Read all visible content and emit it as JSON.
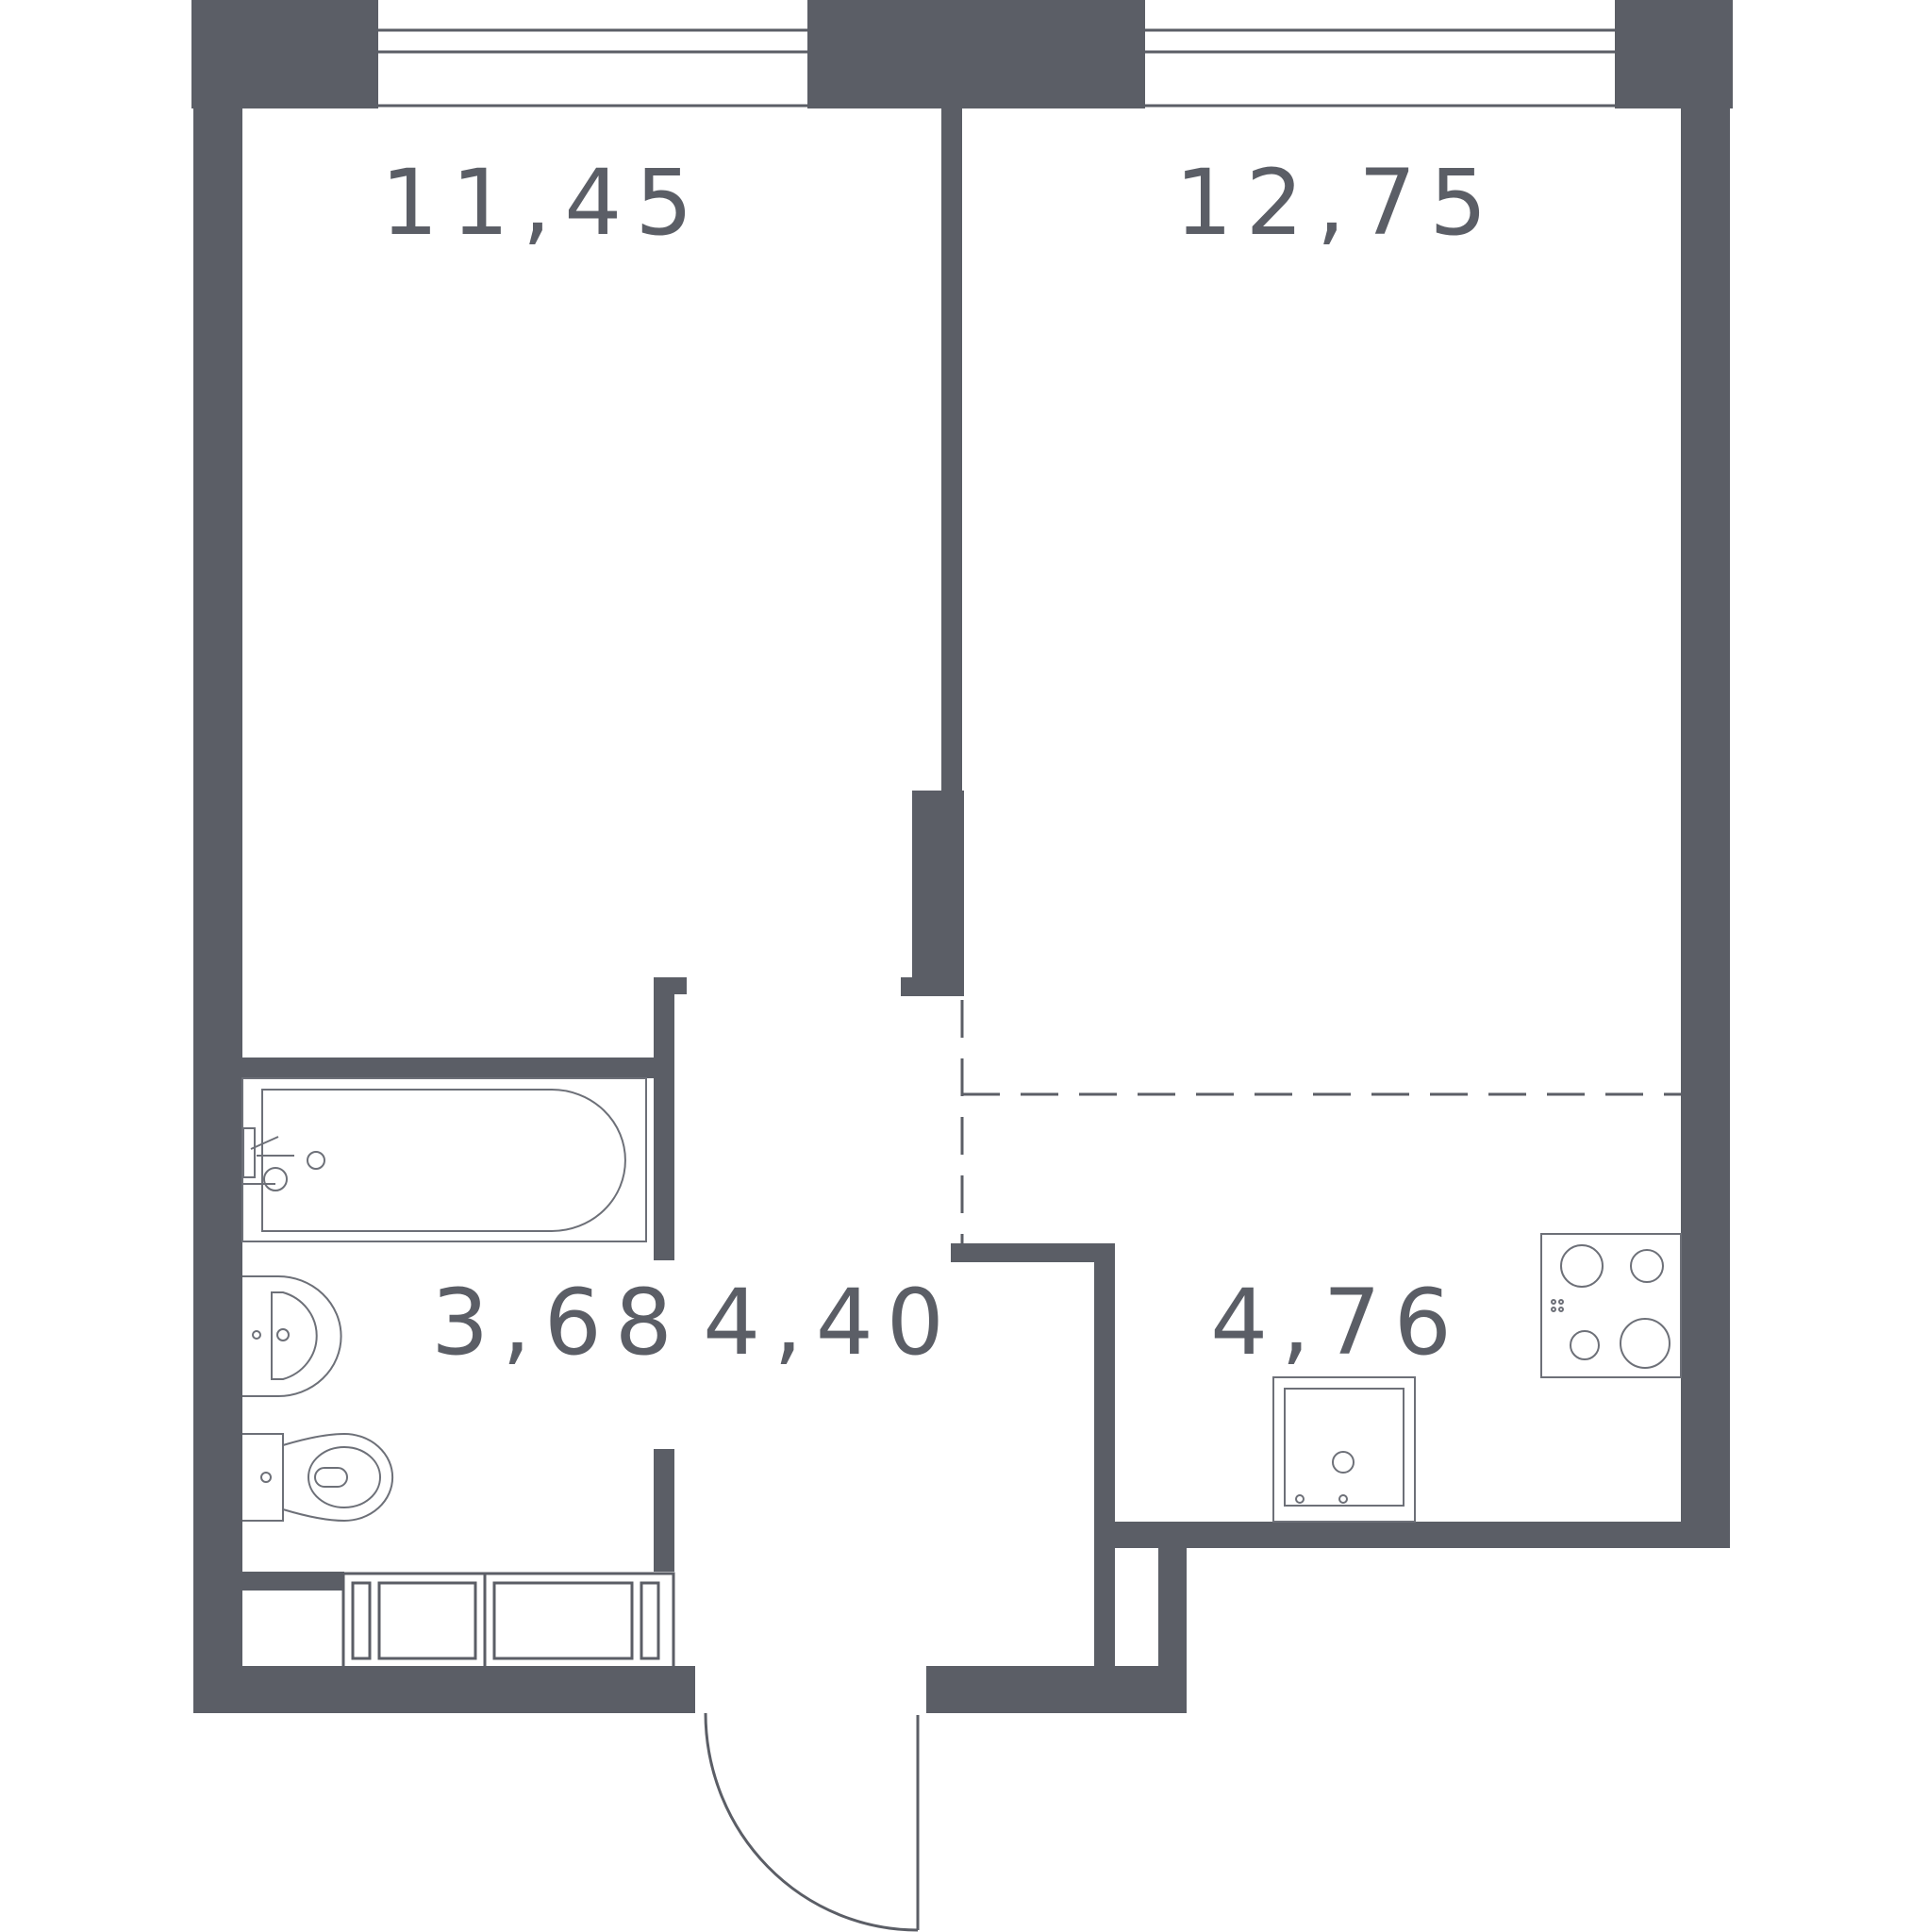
{
  "rooms": [
    {
      "id": "bedroom",
      "area": "11,45"
    },
    {
      "id": "living-room",
      "area": "12,75"
    },
    {
      "id": "bathroom",
      "area": "3,68"
    },
    {
      "id": "hallway",
      "area": "4,40"
    },
    {
      "id": "kitchen",
      "area": "4,76"
    }
  ],
  "colors": {
    "wall": "#5b5e66",
    "fixture_line": "#6d7078",
    "background": "#ffffff"
  }
}
